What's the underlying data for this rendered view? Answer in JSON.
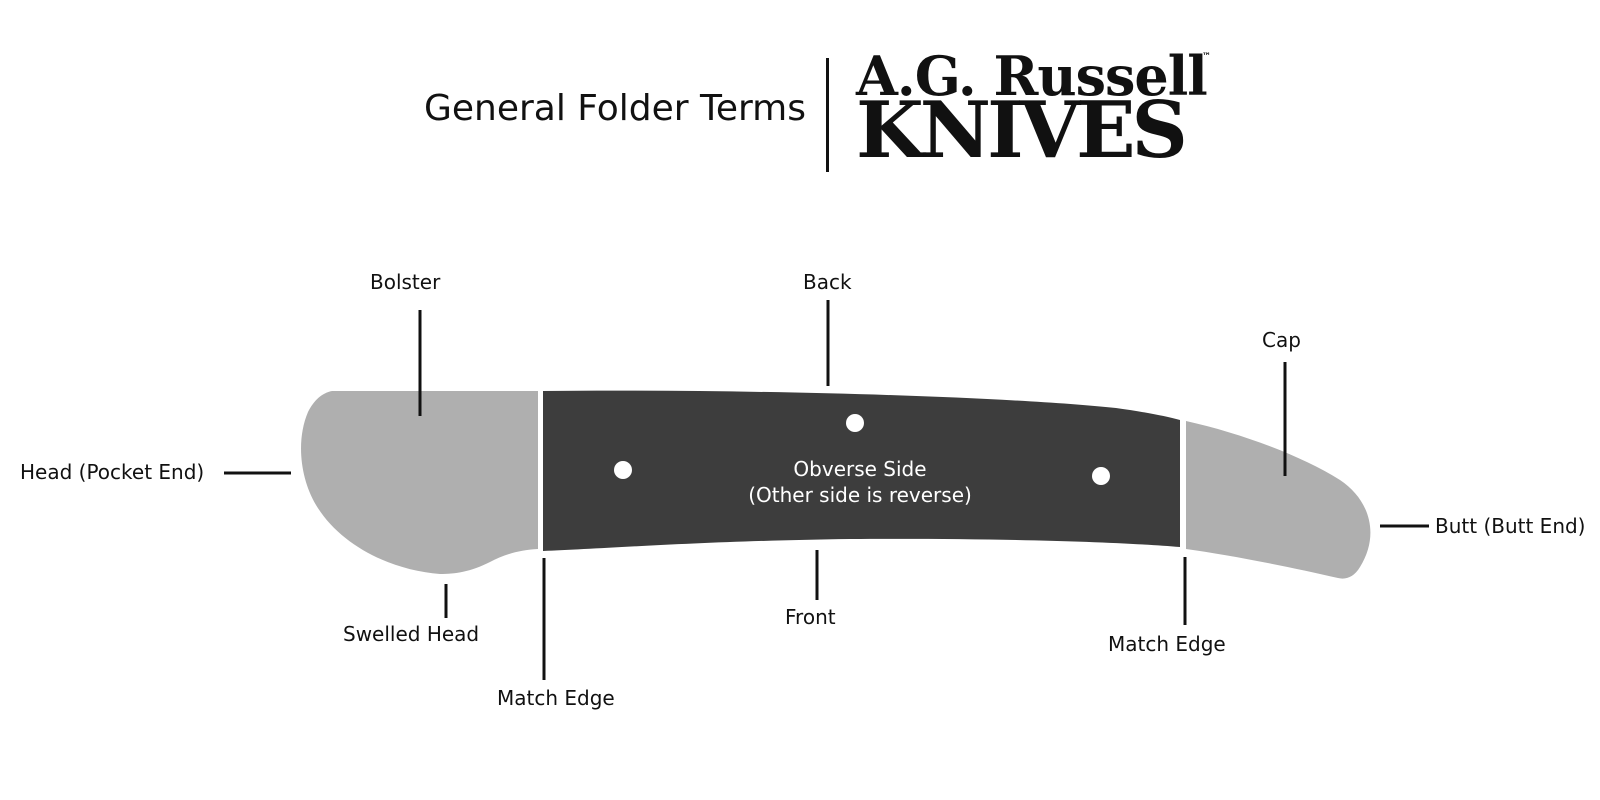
{
  "header": {
    "title": "General Folder Terms",
    "logo_line1": "A.G. Russell",
    "logo_tm": "™",
    "logo_line2": "KNIVES"
  },
  "diagram": {
    "labels": {
      "bolster": "Bolster",
      "back": "Back",
      "cap": "Cap",
      "head": "Head (Pocket End)",
      "butt": "Butt (Butt End)",
      "swelled_head": "Swelled Head",
      "front": "Front",
      "match_edge_left": "Match Edge",
      "match_edge_right": "Match Edge"
    },
    "center_text": {
      "line1": "Obverse Side",
      "line2": "(Other side is reverse)"
    }
  },
  "colors": {
    "bolster_fill": "#afafaf",
    "handle_fill": "#3d3d3d",
    "pin_fill": "#ffffff",
    "leader": "#111111",
    "text": "#111111"
  }
}
